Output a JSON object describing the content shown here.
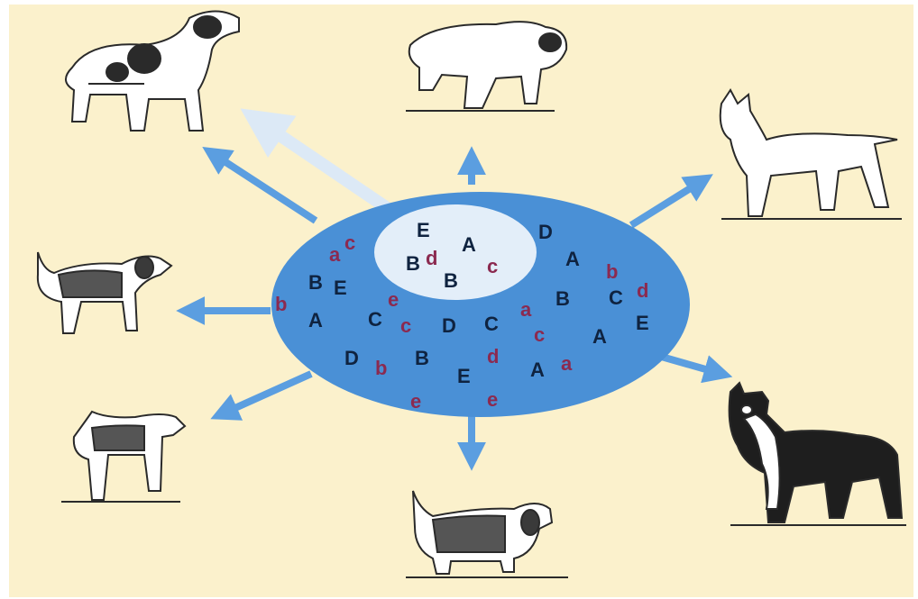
{
  "colors": {
    "background": "#fbf1cc",
    "pool": "#4a90d6",
    "subset": "#e3eef9",
    "arrow": "#5b9ee0",
    "faded_arrow": "#dce9f6",
    "uppercase_letter": "#0f2340",
    "lowercase_letter": "#8b2a50",
    "dog_ink": "#2a2a2a"
  },
  "subset_letters": [
    "E",
    "A",
    "B",
    "d",
    "B",
    "c"
  ],
  "pool_letters": [
    "a",
    "c",
    "D",
    "A",
    "B",
    "E",
    "b",
    "C",
    "d",
    "e",
    "b",
    "A",
    "C",
    "c",
    "D",
    "C",
    "a",
    "B",
    "E",
    "c",
    "A",
    "D",
    "b",
    "B",
    "E",
    "d",
    "A",
    "a",
    "e",
    "e"
  ],
  "dogs": [
    {
      "icon": "spaniel-icon"
    },
    {
      "icon": "bulldog-icon"
    },
    {
      "icon": "pit-bull-icon"
    },
    {
      "icon": "beagle-icon"
    },
    {
      "icon": "boston-terrier-icon"
    },
    {
      "icon": "airedale-icon"
    },
    {
      "icon": "basset-hound-icon"
    }
  ]
}
